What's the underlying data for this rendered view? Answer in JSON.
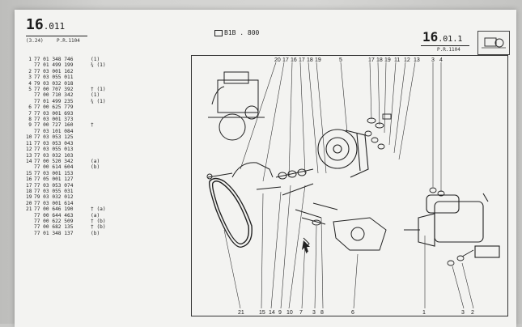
{
  "header": {
    "left_page": "16",
    "left_page_suffix": ".011",
    "left_page_sub": "(3.24)",
    "left_pr": "P.R.1104",
    "center_code": "B1B . 800",
    "right_page": "16",
    "right_page_suffix": ".01.1",
    "right_pr": "P.R.1104"
  },
  "parts_list": [
    {
      "index": "1",
      "number": "77 01 348 746",
      "note": "(1)"
    },
    {
      "index": "",
      "number": "77 01 499 199",
      "note": "¾ (1)"
    },
    {
      "index": "2",
      "number": "77 03 001 162",
      "note": ""
    },
    {
      "index": "3",
      "number": "77 03 055 011",
      "note": ""
    },
    {
      "index": "4",
      "number": "79 03 032 018",
      "note": ""
    },
    {
      "index": "5",
      "number": "77 00 707 392",
      "note": "† (1)"
    },
    {
      "index": "",
      "number": "77 00 710 342",
      "note": "(1)"
    },
    {
      "index": "",
      "number": "77 01 499 235",
      "note": "¾ (1)"
    },
    {
      "index": "6",
      "number": "77 00 625 779",
      "note": ""
    },
    {
      "index": "7",
      "number": "77 03 001 693",
      "note": ""
    },
    {
      "index": "8",
      "number": "77 03 001 373",
      "note": ""
    },
    {
      "index": "9",
      "number": "77 00 727 160",
      "note": "†"
    },
    {
      "index": "",
      "number": "77 03 101 084",
      "note": ""
    },
    {
      "index": "10",
      "number": "77 03 053 125",
      "note": ""
    },
    {
      "index": "11",
      "number": "77 03 053 043",
      "note": ""
    },
    {
      "index": "12",
      "number": "77 03 055 013",
      "note": ""
    },
    {
      "index": "13",
      "number": "77 03 032 103",
      "note": ""
    },
    {
      "index": "14",
      "number": "77 00 520 342",
      "note": "(a)"
    },
    {
      "index": "",
      "number": "77 00 614 604",
      "note": "(b)"
    },
    {
      "index": "15",
      "number": "77 03 001 153",
      "note": ""
    },
    {
      "index": "16",
      "number": "77 05 001 127",
      "note": ""
    },
    {
      "index": "17",
      "number": "77 03 053 074",
      "note": ""
    },
    {
      "index": "18",
      "number": "77 03 055 031",
      "note": ""
    },
    {
      "index": "19",
      "number": "79 03 032 012",
      "note": ""
    },
    {
      "index": "20",
      "number": "77 03 001 614",
      "note": ""
    },
    {
      "index": "21",
      "number": "77 00 646 190",
      "note": "† (a)"
    },
    {
      "index": "",
      "number": "77 00 644 463",
      "note": "(a)"
    },
    {
      "index": "",
      "number": "77 00 622 509",
      "note": "† (b)"
    },
    {
      "index": "",
      "number": "77 00 682 135",
      "note": "† (b)"
    },
    {
      "index": "",
      "number": "77 01 348 137",
      "note": "(b)"
    }
  ],
  "callouts_top": [
    "20",
    "17",
    "16",
    "17",
    "18",
    "19",
    "5",
    "17",
    "18",
    "19",
    "11",
    "12",
    "13",
    "3",
    "4"
  ],
  "callouts_bottom": [
    "21",
    "15",
    "14",
    "9",
    "10",
    "7",
    "3",
    "8",
    "6",
    "1",
    "3",
    "2"
  ]
}
